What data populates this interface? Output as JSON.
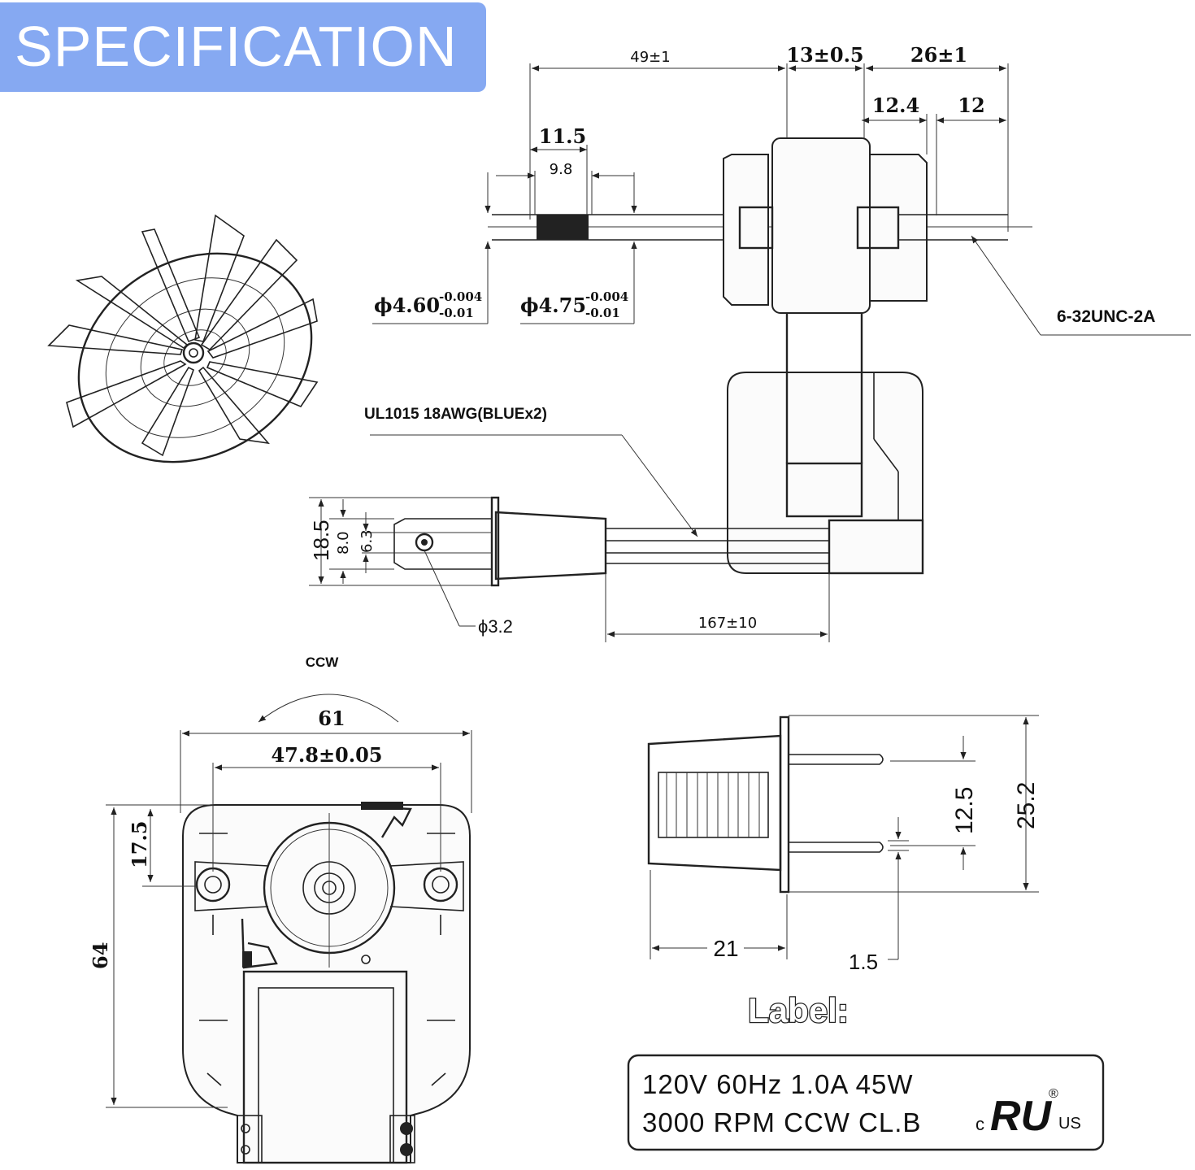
{
  "banner": {
    "title": "SPECIFICATION",
    "color": "#86a9f2"
  },
  "side_view": {
    "dim_shaft_len": "49±1",
    "dim_body_width": "13±0.5",
    "dim_rear": "26±1",
    "dim_rear_boss": "12.4",
    "dim_rear_thread": "12",
    "dim_knurl_len": "11.5",
    "dim_knurl_inner": "9.8",
    "shaft_dia_a": "ϕ4.60",
    "shaft_dia_a_tol_upper": "-0.004",
    "shaft_dia_a_tol_lower": "-0.01",
    "shaft_dia_b": "ϕ4.75",
    "shaft_dia_b_tol_upper": "-0.004",
    "shaft_dia_b_tol_lower": "-0.01",
    "thread_spec": "6-32UNC-2A",
    "wire_spec": "UL1015 18AWG(BLUEx2)"
  },
  "terminal_view": {
    "dim_total": "18.5",
    "dim_mid": "8.0",
    "dim_inner": "6.3",
    "hole_dia": "ϕ3.2",
    "wire_len": "167±10"
  },
  "front_view": {
    "rotation": "CCW",
    "dim_width": "61",
    "dim_hole_spacing": "47.8±0.05",
    "dim_hole_height": "17.5",
    "dim_height": "64"
  },
  "plug_view": {
    "dim_height": "25.2",
    "dim_pin_spacing": "12.5",
    "dim_body_len": "21",
    "dim_pin_thickness": "1.5"
  },
  "label": {
    "title": "Label:",
    "line1": "120V 60Hz 1.0A  45W",
    "line2": "3000 RPM  CCW  CL.B",
    "cert_c": "c",
    "cert_ur": "RU",
    "cert_us": "US",
    "cert_reg": "®"
  }
}
